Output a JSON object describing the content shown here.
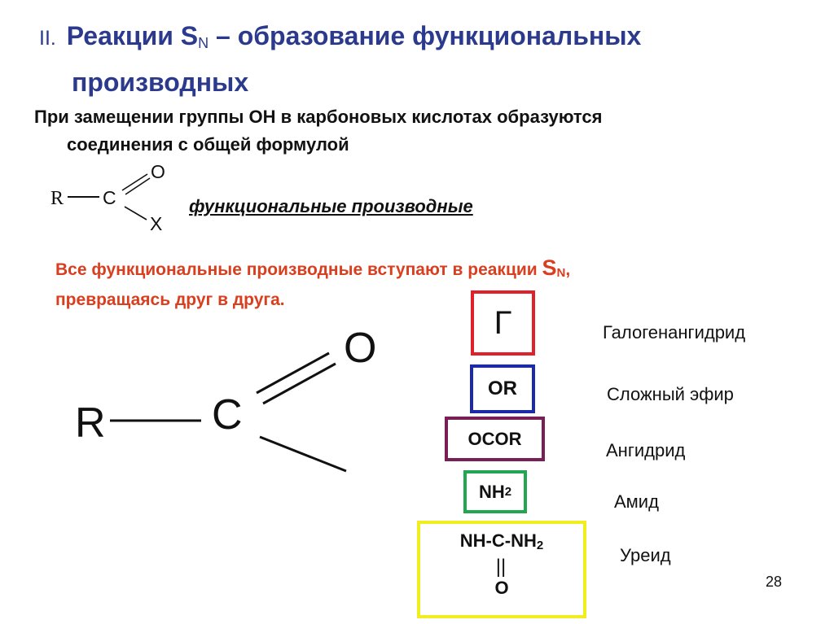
{
  "title": {
    "number": "II.",
    "line1_prefix": "Реакции S",
    "line1_sub": "N",
    "line1_suffix": " – образование функциональных",
    "line2": "производных"
  },
  "intro": {
    "line1": "При замещении группы ОН в карбоновых кислотах  образуются",
    "line2": "соединения с общей формулой"
  },
  "small_formula": {
    "r": "R",
    "c": "C",
    "o": "O",
    "x": "X"
  },
  "functional_label": "функциональные  производные",
  "red_note": {
    "line1_prefix": "Все функциональные производные вступают в реакции ",
    "s": "S",
    "n": "N",
    "line1_suffix": ",",
    "line2": "превращаясь друг в друга."
  },
  "big_formula": {
    "r": "R",
    "c": "C",
    "o": "O"
  },
  "groups": [
    {
      "label": "Г",
      "name": "Галогенангидрид",
      "color": "#e0202a"
    },
    {
      "label": "OR",
      "name": "Сложный эфир",
      "color": "#1b2aa8"
    },
    {
      "label": "OCOR",
      "name": "Ангидрид",
      "color": "#7a1f55"
    },
    {
      "label": "NH",
      "sub": "2",
      "name": "Амид",
      "color": "#23a552"
    },
    {
      "label": "NH-C-NH",
      "sub": "2",
      "bond": "||",
      "o": "O",
      "name": "Уреид",
      "color": "#f0ee21"
    }
  ],
  "page_number": "28"
}
